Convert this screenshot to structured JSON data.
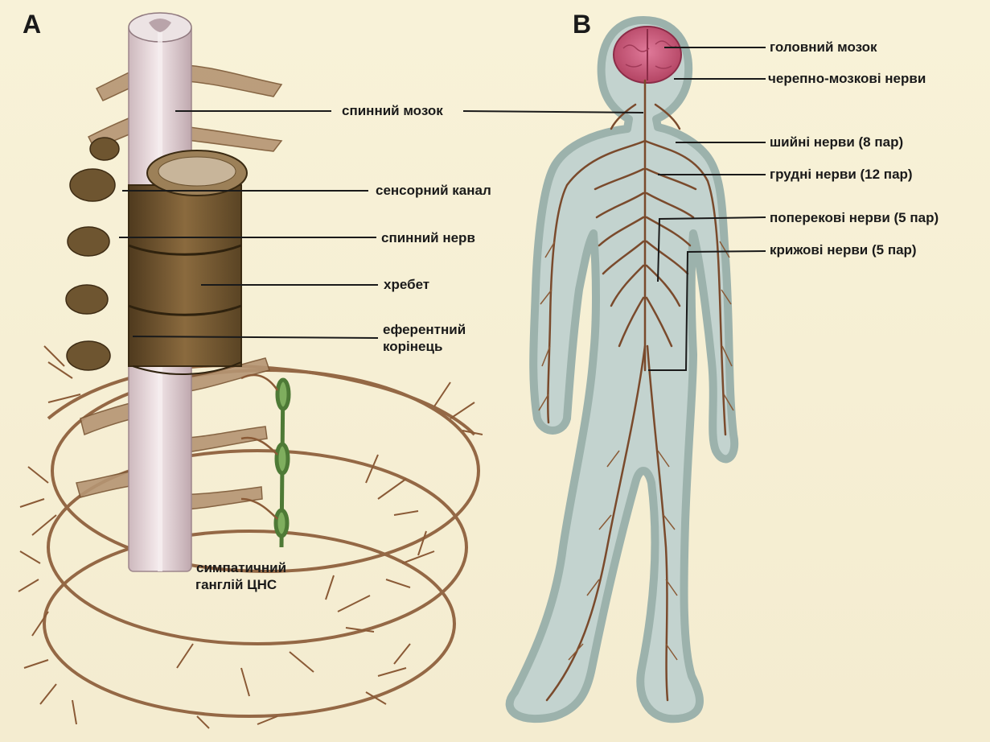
{
  "panels": {
    "a": "A",
    "b": "B"
  },
  "labels_a": {
    "spinal_cord": "спинний мозок",
    "sensory_canal": "сенсорний канал",
    "spinal_nerve": "спинний нерв",
    "spine": "хребет",
    "efferent_root_line1": "еферентний",
    "efferent_root_line2": "корінець",
    "ganglion_line1": "симпатичний",
    "ganglion_line2": "ганглій ЦНС"
  },
  "labels_b": {
    "brain": "головний мозок",
    "cranial_nerves": "черепно-мозкові нерви",
    "cervical_nerves": "шийні нерви (8 пар)",
    "thoracic_nerves": "грудні нерви (12 пар)",
    "lumbar_nerves": "поперекові нерви (5 пар)",
    "sacral_nerves": "крижові нерви (5 пар)"
  },
  "colors": {
    "background": "#f7f1d6",
    "nerve": "#7a4a2c",
    "bone": "#6b5230",
    "spinal_cord": "#e8d8da",
    "brain": "#c8547a",
    "ganglion": "#6f9a52",
    "body_fill": "#c8d6d3",
    "leader_line": "#1a1a1a"
  }
}
